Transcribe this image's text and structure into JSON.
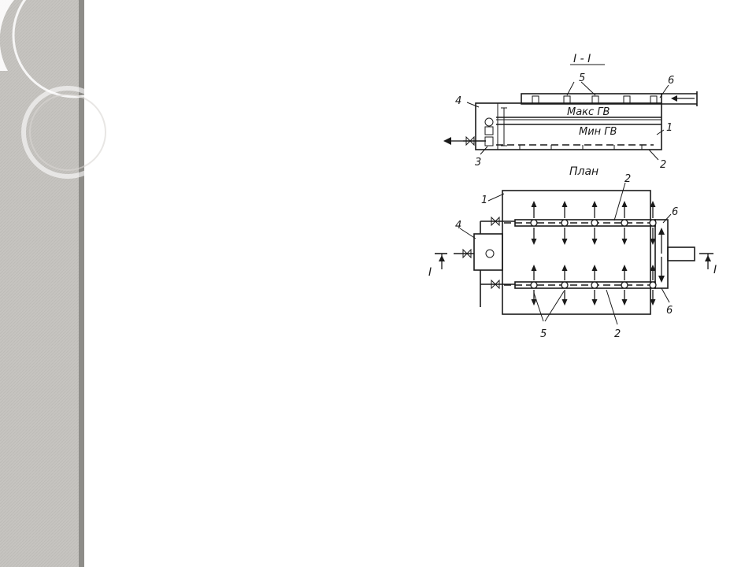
{
  "slide": {
    "band_color": "#c9c7c3",
    "band_edge_color": "#8e8d89",
    "background": "#ffffff"
  },
  "diagram": {
    "section_title": "I - I",
    "plan_title": "План",
    "max_level_label": "Макс ГВ",
    "min_level_label": "Мин ГВ",
    "section_marks": {
      "tank": "1",
      "distributor": "2",
      "outlet": "3",
      "chamber": "4",
      "nozzles": "5",
      "inlet_pipe": "6"
    },
    "plan_marks": {
      "tank": "1",
      "distributor_top": "2",
      "distributor_bottom": "2",
      "chamber": "4",
      "nozzles": "5",
      "inlet_top": "6",
      "inlet_bottom": "6",
      "cut_left": "I",
      "cut_right": "I"
    }
  }
}
